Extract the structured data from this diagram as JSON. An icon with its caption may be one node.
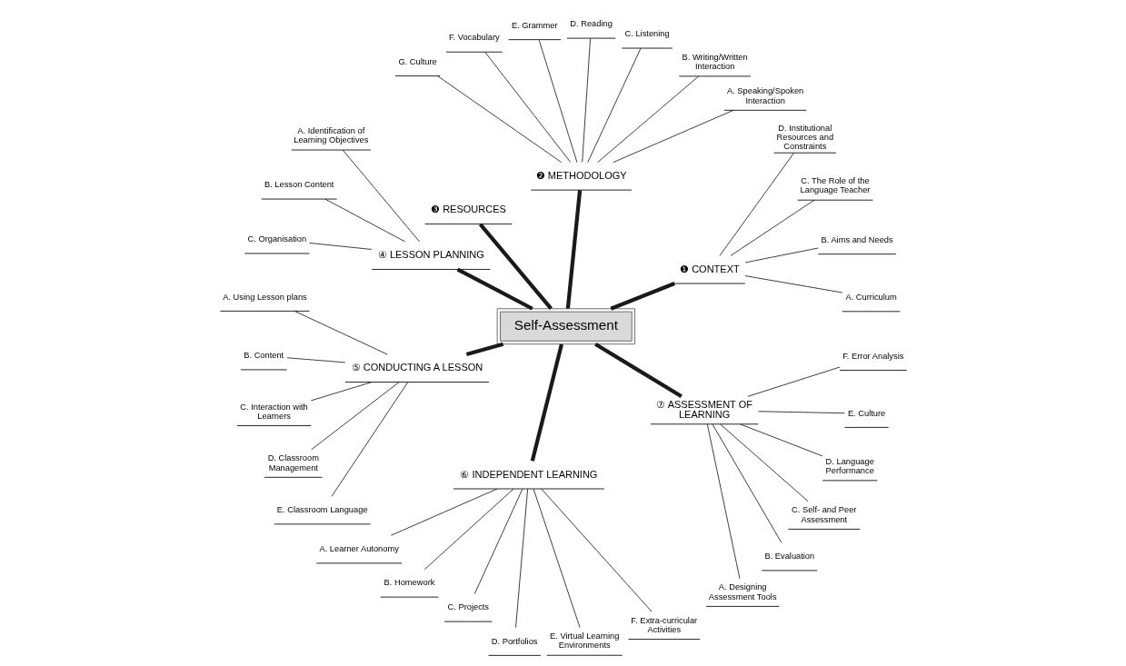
{
  "diagram": {
    "nodes": [
      {
        "text": [
          "Self-Assessment"
        ]
      },
      {
        "text": [
          "❶ CONTEXT"
        ]
      },
      {
        "text": [
          "A. Curriculum"
        ]
      },
      {
        "text": [
          "B. Aims and Needs"
        ]
      },
      {
        "text": [
          "C. The Role of the Language Teacher"
        ]
      },
      {
        "text": [
          "D. Institutional Resources and Constraints"
        ]
      },
      {
        "text": [
          "❷ METHODOLOGY"
        ]
      },
      {
        "text": [
          "A. Speaking/Spoken Interaction"
        ]
      },
      {
        "text": [
          "B. Writing/Written Interaction"
        ]
      },
      {
        "text": [
          "C. Listening"
        ]
      },
      {
        "text": [
          "D. Reading"
        ]
      },
      {
        "text": [
          "E. Grammer"
        ]
      },
      {
        "text": [
          "F. Vocabulary"
        ]
      },
      {
        "text": [
          "G. Culture"
        ]
      },
      {
        "text": [
          "❸ RESOURCES"
        ]
      },
      {
        "text": [
          "④ LESSON PLANNING"
        ]
      },
      {
        "text": [
          "A. Identification of Learning Objectives"
        ]
      },
      {
        "text": [
          "B. Lesson Content"
        ]
      },
      {
        "text": [
          "C. Organisation"
        ]
      },
      {
        "text": [
          "⑤ CONDUCTING A LESSON"
        ]
      },
      {
        "text": [
          "A. Using Lesson plans"
        ]
      },
      {
        "text": [
          "B. Content"
        ]
      },
      {
        "text": [
          "C. Interaction with Learners"
        ]
      },
      {
        "text": [
          "D. Classroom Management"
        ]
      },
      {
        "text": [
          "E. Classroom Language"
        ]
      },
      {
        "text": [
          "⑥ INDEPENDENT LEARNING"
        ]
      },
      {
        "text": [
          "A. Learner Autonomy"
        ]
      },
      {
        "text": [
          "B. Homework"
        ]
      },
      {
        "text": [
          "C. Projects"
        ]
      },
      {
        "text": [
          "D. Portfolios"
        ]
      },
      {
        "text": [
          "E. Virtual Learning Environments"
        ]
      },
      {
        "text": [
          "F. Extra-curricular Activities"
        ]
      },
      {
        "text": [
          "⑦ ASSESSMENT OF LEARNING"
        ]
      },
      {
        "text": [
          "A. Designing Assessment Tools"
        ]
      },
      {
        "text": [
          "B. Evaluation"
        ]
      },
      {
        "text": [
          "C. Self- and Peer Assessment"
        ]
      },
      {
        "text": [
          "D. Language Performance"
        ]
      },
      {
        "text": [
          "E. Culture"
        ]
      },
      {
        "text": [
          "F. Error Analysis"
        ]
      }
    ],
    "edges": [
      {
        "from": 0,
        "to": 1,
        "arrow": "none",
        "style": "thick"
      },
      {
        "from": 1,
        "to": 2,
        "arrow": "none"
      },
      {
        "from": 1,
        "to": 3,
        "arrow": "none"
      },
      {
        "from": 1,
        "to": 4,
        "arrow": "none"
      },
      {
        "from": 1,
        "to": 5,
        "arrow": "none"
      },
      {
        "from": 0,
        "to": 6,
        "arrow": "none",
        "style": "thick"
      },
      {
        "from": 6,
        "to": 7,
        "arrow": "none"
      },
      {
        "from": 6,
        "to": 8,
        "arrow": "none"
      },
      {
        "from": 6,
        "to": 9,
        "arrow": "none"
      },
      {
        "from": 6,
        "to": 10,
        "arrow": "none"
      },
      {
        "from": 6,
        "to": 11,
        "arrow": "none"
      },
      {
        "from": 6,
        "to": 12,
        "arrow": "none"
      },
      {
        "from": 6,
        "to": 13,
        "arrow": "none"
      },
      {
        "from": 0,
        "to": 14,
        "arrow": "none",
        "style": "thick"
      },
      {
        "from": 0,
        "to": 15,
        "arrow": "none",
        "style": "thick"
      },
      {
        "from": 15,
        "to": 16,
        "arrow": "none"
      },
      {
        "from": 15,
        "to": 17,
        "arrow": "none"
      },
      {
        "from": 15,
        "to": 18,
        "arrow": "none"
      },
      {
        "from": 0,
        "to": 19,
        "arrow": "none",
        "style": "thick"
      },
      {
        "from": 19,
        "to": 20,
        "arrow": "none"
      },
      {
        "from": 19,
        "to": 21,
        "arrow": "none"
      },
      {
        "from": 19,
        "to": 22,
        "arrow": "none"
      },
      {
        "from": 19,
        "to": 23,
        "arrow": "none"
      },
      {
        "from": 19,
        "to": 24,
        "arrow": "none"
      },
      {
        "from": 0,
        "to": 25,
        "arrow": "none",
        "style": "thick"
      },
      {
        "from": 25,
        "to": 26,
        "arrow": "none"
      },
      {
        "from": 25,
        "to": 27,
        "arrow": "none"
      },
      {
        "from": 25,
        "to": 28,
        "arrow": "none"
      },
      {
        "from": 25,
        "to": 29,
        "arrow": "none"
      },
      {
        "from": 25,
        "to": 30,
        "arrow": "none"
      },
      {
        "from": 25,
        "to": 31,
        "arrow": "none"
      },
      {
        "from": 0,
        "to": 32,
        "arrow": "none",
        "style": "thick"
      },
      {
        "from": 32,
        "to": 33,
        "arrow": "none"
      },
      {
        "from": 32,
        "to": 34,
        "arrow": "none"
      },
      {
        "from": 32,
        "to": 35,
        "arrow": "none"
      },
      {
        "from": 32,
        "to": 36,
        "arrow": "none"
      },
      {
        "from": 32,
        "to": 37,
        "arrow": "none"
      },
      {
        "from": 32,
        "to": 38,
        "arrow": "none"
      }
    ]
  }
}
